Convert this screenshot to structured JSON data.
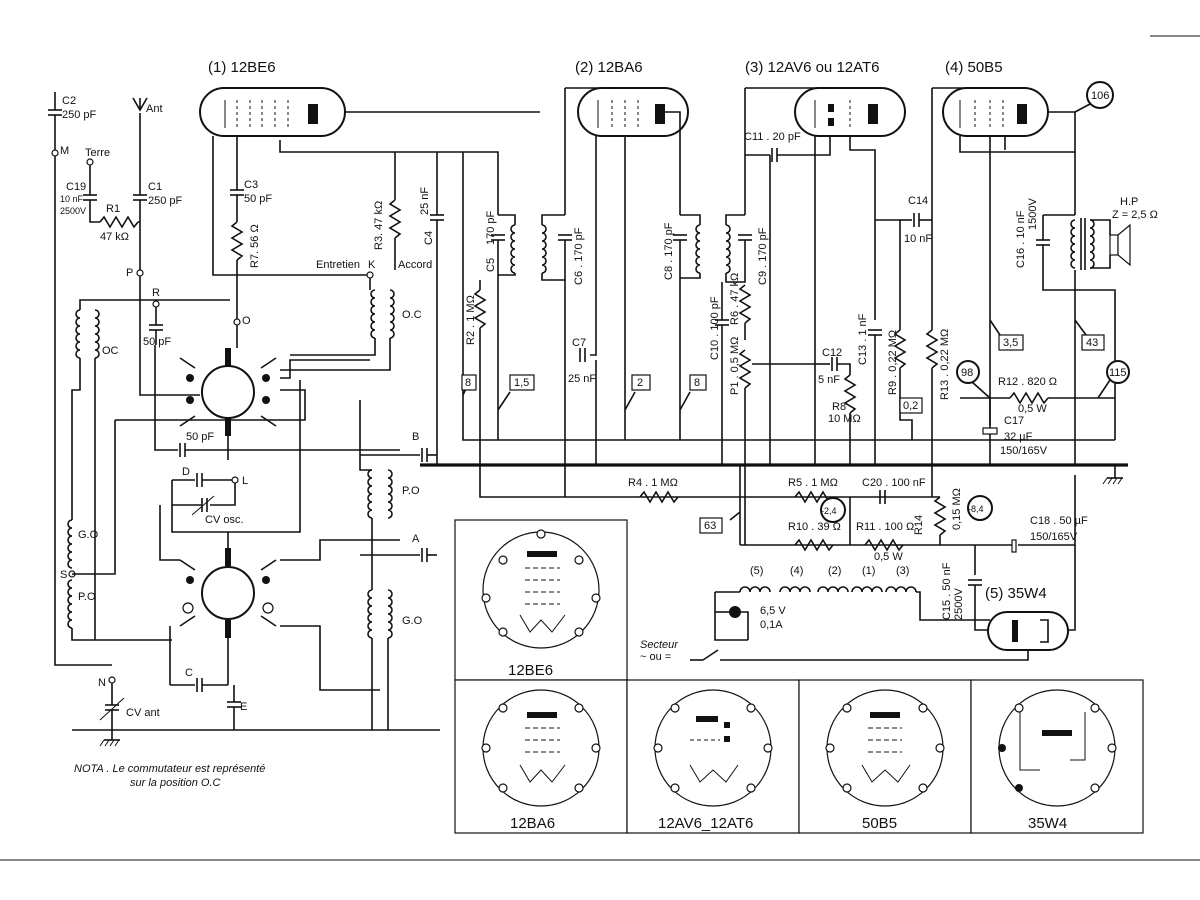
{
  "tubes": [
    {
      "label": "(1) 12BE6"
    },
    {
      "label": "(2) 12BA6"
    },
    {
      "label": "(3) 12AV6 ou 12AT6"
    },
    {
      "label": "(4) 50B5"
    },
    {
      "label": "(5) 35W4"
    }
  ],
  "pinouts": [
    "12BE6",
    "12BA6",
    "12AV6_12AT6",
    "50B5",
    "35W4"
  ],
  "components": {
    "c2": "C2",
    "c2_val": "250 pF",
    "ant": "Ant",
    "m": "M",
    "terre": "Terre",
    "c19": "C19",
    "c19_val": "10 nF",
    "c19_v": "2500V",
    "r1": "R1",
    "r1_val": "47 kΩ",
    "c1": "C1",
    "c1_val": "250 pF",
    "p": "P",
    "r": "R",
    "oc_left": "OC",
    "c_50pf_r": "50 pF",
    "c3": "C3",
    "c3_val": "50 pF",
    "r7": "R7. 56 Ω",
    "r3": "R3. 47 kΩ",
    "c4": "C4",
    "c4_val": "25 nF",
    "entretien": "Entretien",
    "k": "K",
    "accord": "Accord",
    "o": "O",
    "oc_coil": "O.C",
    "c_50pf": "50 pF",
    "d": "D",
    "l": "L",
    "cv_osc": "CV osc.",
    "b": "B",
    "po": "P.O",
    "a": "A",
    "go": "G.O",
    "go_left": "G.O",
    "po_left": "P.O",
    "s": "S",
    "n": "N",
    "c": "C",
    "e": "E",
    "cv_ant": "CV ant",
    "c5": "C5",
    "c5_val": "170 pF",
    "c6": "C6 . 170 pF",
    "r2": "R2 . 1 MΩ",
    "c7": "C7",
    "c7_val": "25 nF",
    "c8": "C8 . 170 pF",
    "c9": "C9 . 170 pF",
    "c10": "C10 . 100 pF",
    "r6": "R6 . 47 kΩ",
    "p1": "P1 . 0,5 MΩ",
    "c11": "C11 . 20 pF",
    "c12": "C12",
    "c12_val": "5 nF",
    "r8": "R8",
    "r8_val": "10 MΩ",
    "c13": "C13 . 1 nF",
    "r9": "R9 . 0,22 MΩ",
    "c14": "C14",
    "c14_val": "10 nF",
    "r13": "R13 . 0,22 MΩ",
    "c16": "C16 . 10 nF",
    "c16_v": "1500V",
    "hp": "H.P",
    "hp_z": "Z = 2,5 Ω",
    "n106": "106",
    "b35": "3,5",
    "b43": "43",
    "n98": "98",
    "n115": "115",
    "r12": "R12 . 820 Ω",
    "r12_w": "0,5 W",
    "c17": "C17",
    "c17_val": "32 µF",
    "c17_v": "150/165V",
    "r4": "R4 . 1 MΩ",
    "r5": "R5 . 1 MΩ",
    "c20": "C20 . 100 nF",
    "m24": "-2,4",
    "m84": "-8,4",
    "r10": "R10 . 39 Ω",
    "r11": "R11 . 100 Ω",
    "r11_w": "0,5 W",
    "r14": "R14",
    "r14_val": "0,15 MΩ",
    "c18": "C18 . 50 µF",
    "c18_v": "150/165V",
    "c15": "C15 . 50 nF",
    "c15_v": "2500V",
    "b63": "63",
    "b8a": "8",
    "b15": "1,5",
    "b2": "2",
    "b8b": "8",
    "b02": "0,2",
    "fil5": "(5)",
    "fil4": "(4)",
    "fil2": "(2)",
    "fil1": "(1)",
    "fil3": "(3)",
    "lamp": "6,5 V",
    "lamp_a": "0,1A",
    "secteur": "Secteur",
    "secteur_ac": "~ ou ="
  },
  "note_1": "NOTA . Le commutateur est représenté",
  "note_2": "sur la position O.C"
}
